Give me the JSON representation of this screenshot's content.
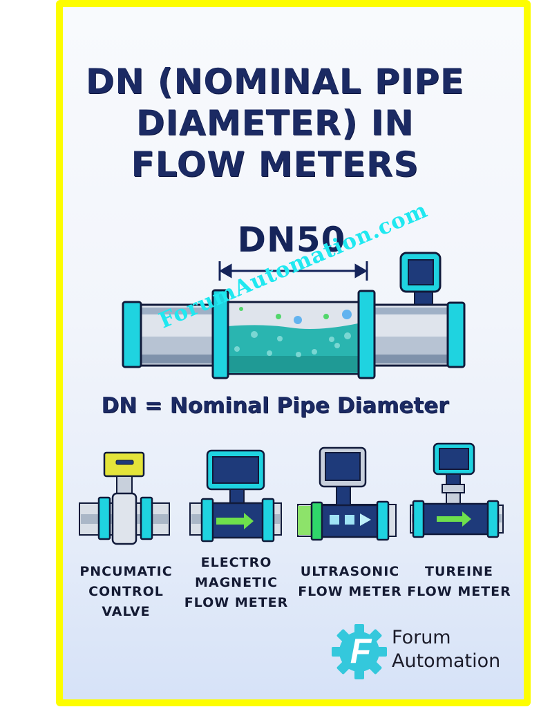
{
  "title": {
    "lines": [
      "DN (NOMINAL PIPE",
      "DIAMETER) IN",
      "FLOW METERS"
    ]
  },
  "diagram": {
    "dimension_label": "DN50",
    "watermark": "ForumAutomation.com",
    "subtitle": "DN = Nominal Pipe Diameter"
  },
  "devices": [
    {
      "icon": "pneumatic-control-valve-icon",
      "label_lines": [
        "PNCUMATIC",
        "CONTROL",
        "VALVE"
      ]
    },
    {
      "icon": "electromagnetic-flow-meter-icon",
      "label_lines": [
        "ELECTRO",
        "MAGNETIC",
        "FLOW METER"
      ]
    },
    {
      "icon": "ultrasonic-flow-meter-icon",
      "label_lines": [
        "ULTRASONIC",
        "FLOW METER"
      ]
    },
    {
      "icon": "turbine-flow-meter-icon",
      "label_lines": [
        "TUREINE",
        "FLOW METER"
      ]
    }
  ],
  "logo": {
    "letter": "F",
    "line1": "Forum",
    "line2": "Automation"
  },
  "colors": {
    "frame": "#fdfd00",
    "title": "#1b2a63",
    "accent_cyan": "#1fd3e0",
    "water": "#2ab5b0",
    "screen": "#1e3a7a"
  }
}
